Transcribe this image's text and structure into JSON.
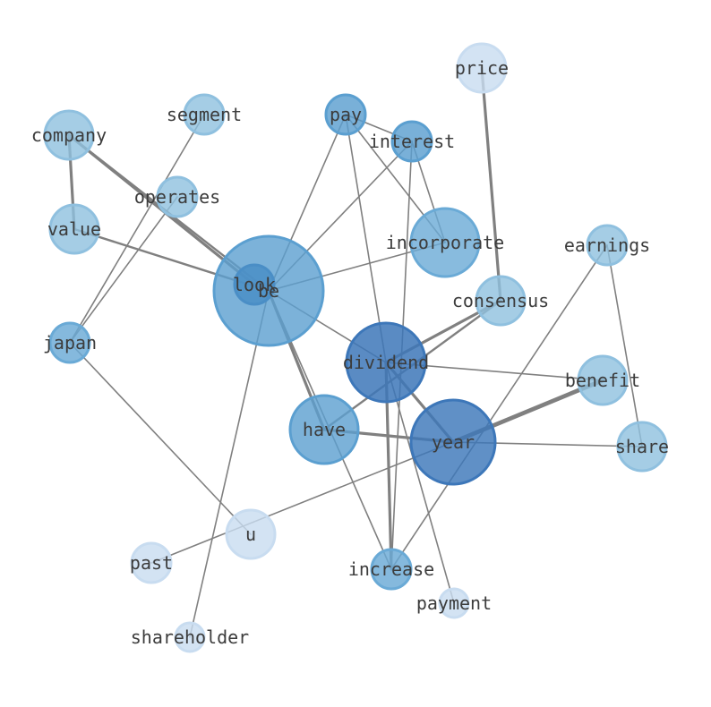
{
  "nodes": [
    {
      "id": "be",
      "label": "be",
      "tone": "#5b9fd0",
      "alpha": 0.8
    },
    {
      "id": "look",
      "label": "look",
      "tone": "#4a8ec6",
      "alpha": 0.85
    },
    {
      "id": "dividend",
      "label": "dividend",
      "tone": "#3d77b9",
      "alpha": 0.85
    },
    {
      "id": "year",
      "label": "year",
      "tone": "#3d77b9",
      "alpha": 0.82
    },
    {
      "id": "have",
      "label": "have",
      "tone": "#5b9fd0",
      "alpha": 0.8
    },
    {
      "id": "incorporate",
      "label": "incorporate",
      "tone": "#6aaad6",
      "alpha": 0.8
    },
    {
      "id": "consensus",
      "label": "consensus",
      "tone": "#8fc0df",
      "alpha": 0.8
    },
    {
      "id": "company",
      "label": "company",
      "tone": "#8fc0df",
      "alpha": 0.8
    },
    {
      "id": "value",
      "label": "value",
      "tone": "#8fc0df",
      "alpha": 0.8
    },
    {
      "id": "segment",
      "label": "segment",
      "tone": "#8fc0df",
      "alpha": 0.8
    },
    {
      "id": "operates",
      "label": "operates",
      "tone": "#8fc0df",
      "alpha": 0.8
    },
    {
      "id": "pay",
      "label": "pay",
      "tone": "#5b9fd0",
      "alpha": 0.82
    },
    {
      "id": "interest",
      "label": "interest",
      "tone": "#5b9fd0",
      "alpha": 0.82
    },
    {
      "id": "price",
      "label": "price",
      "tone": "#c8dcf0",
      "alpha": 0.8
    },
    {
      "id": "earnings",
      "label": "earnings",
      "tone": "#8fc0df",
      "alpha": 0.8
    },
    {
      "id": "benefit",
      "label": "benefit",
      "tone": "#8fc0df",
      "alpha": 0.8
    },
    {
      "id": "share",
      "label": "share",
      "tone": "#8fc0df",
      "alpha": 0.8
    },
    {
      "id": "japan",
      "label": "japan",
      "tone": "#6aaad6",
      "alpha": 0.82
    },
    {
      "id": "u",
      "label": "u",
      "tone": "#c8dcf0",
      "alpha": 0.8
    },
    {
      "id": "past",
      "label": "past",
      "tone": "#c8dcf0",
      "alpha": 0.8
    },
    {
      "id": "increase",
      "label": "increase",
      "tone": "#6aaad6",
      "alpha": 0.82
    },
    {
      "id": "payment",
      "label": "payment",
      "tone": "#c8dcf0",
      "alpha": 0.8
    },
    {
      "id": "shareholder",
      "label": "shareholder",
      "tone": "#c8dcf0",
      "alpha": 0.8
    }
  ],
  "edges": [
    {
      "source": "company",
      "target": "value",
      "weight": 4
    },
    {
      "source": "company",
      "target": "look",
      "weight": 4
    },
    {
      "source": "company",
      "target": "be",
      "weight": 3
    },
    {
      "source": "value",
      "target": "be",
      "weight": 3
    },
    {
      "source": "segment",
      "target": "japan",
      "weight": 2
    },
    {
      "source": "operates",
      "target": "japan",
      "weight": 2
    },
    {
      "source": "pay",
      "target": "be",
      "weight": 2
    },
    {
      "source": "pay",
      "target": "interest",
      "weight": 2
    },
    {
      "source": "pay",
      "target": "incorporate",
      "weight": 2
    },
    {
      "source": "pay",
      "target": "dividend",
      "weight": 2
    },
    {
      "source": "interest",
      "target": "be",
      "weight": 2
    },
    {
      "source": "interest",
      "target": "incorporate",
      "weight": 2
    },
    {
      "source": "interest",
      "target": "increase",
      "weight": 2
    },
    {
      "source": "incorporate",
      "target": "be",
      "weight": 2
    },
    {
      "source": "price",
      "target": "consensus",
      "weight": 4
    },
    {
      "source": "consensus",
      "target": "dividend",
      "weight": 4
    },
    {
      "source": "consensus",
      "target": "have",
      "weight": 3
    },
    {
      "source": "earnings",
      "target": "share",
      "weight": 2
    },
    {
      "source": "earnings",
      "target": "increase",
      "weight": 2
    },
    {
      "source": "be",
      "target": "dividend",
      "weight": 2
    },
    {
      "source": "be",
      "target": "have",
      "weight": 4
    },
    {
      "source": "be",
      "target": "increase",
      "weight": 2
    },
    {
      "source": "be",
      "target": "shareholder",
      "weight": 2
    },
    {
      "source": "dividend",
      "target": "year",
      "weight": 4
    },
    {
      "source": "dividend",
      "target": "benefit",
      "weight": 2
    },
    {
      "source": "dividend",
      "target": "increase",
      "weight": 4
    },
    {
      "source": "dividend",
      "target": "payment",
      "weight": 2
    },
    {
      "source": "have",
      "target": "year",
      "weight": 4
    },
    {
      "source": "year",
      "target": "benefit",
      "weight": 6
    },
    {
      "source": "year",
      "target": "share",
      "weight": 2
    },
    {
      "source": "year",
      "target": "past",
      "weight": 2
    },
    {
      "source": "japan",
      "target": "u",
      "weight": 2
    }
  ]
}
